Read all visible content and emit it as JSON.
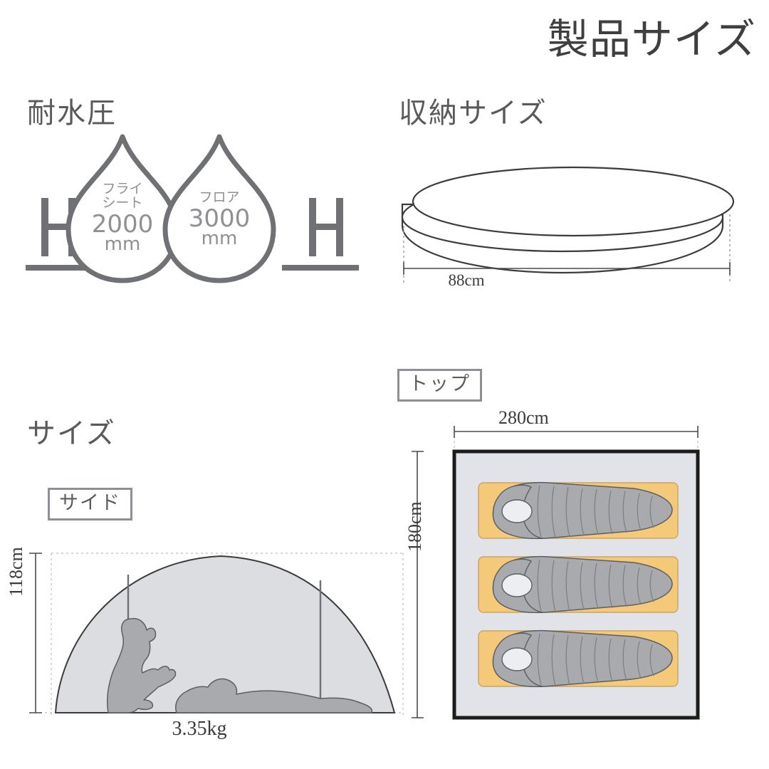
{
  "page": {
    "title": "製品サイズ",
    "background": "#ffffff"
  },
  "sections": {
    "water_resistance": {
      "heading": "耐水圧",
      "formula_left": "H",
      "formula_right": "H",
      "droplets": [
        {
          "label_line1": "フライ",
          "label_line2": "シート",
          "value": "2000",
          "unit": "mm"
        },
        {
          "label_line1": "フロア",
          "label_line2": "",
          "value": "3000",
          "unit": "mm"
        }
      ]
    },
    "storage_size": {
      "heading": "収納サイズ",
      "dimension_width": "88cm"
    },
    "size": {
      "heading": "サイズ",
      "side_view": {
        "label": "サイド",
        "dimension_height": "118cm",
        "weight": "3.35kg"
      },
      "top_view": {
        "label": "トップ",
        "dimension_width": "280cm",
        "dimension_height": "180cm",
        "sleeping_bag_count": 3
      }
    }
  },
  "colors": {
    "outline": "#6f7175",
    "text": "#4a4a4a",
    "mat_orange": "#f5c97a",
    "floor_fill": "#e2e3e9",
    "bag_gray": "#a8aaad",
    "tent_fill": "#dcdde1",
    "person_gray": "#a8aaad",
    "border_dark": "#1c1c1c"
  }
}
